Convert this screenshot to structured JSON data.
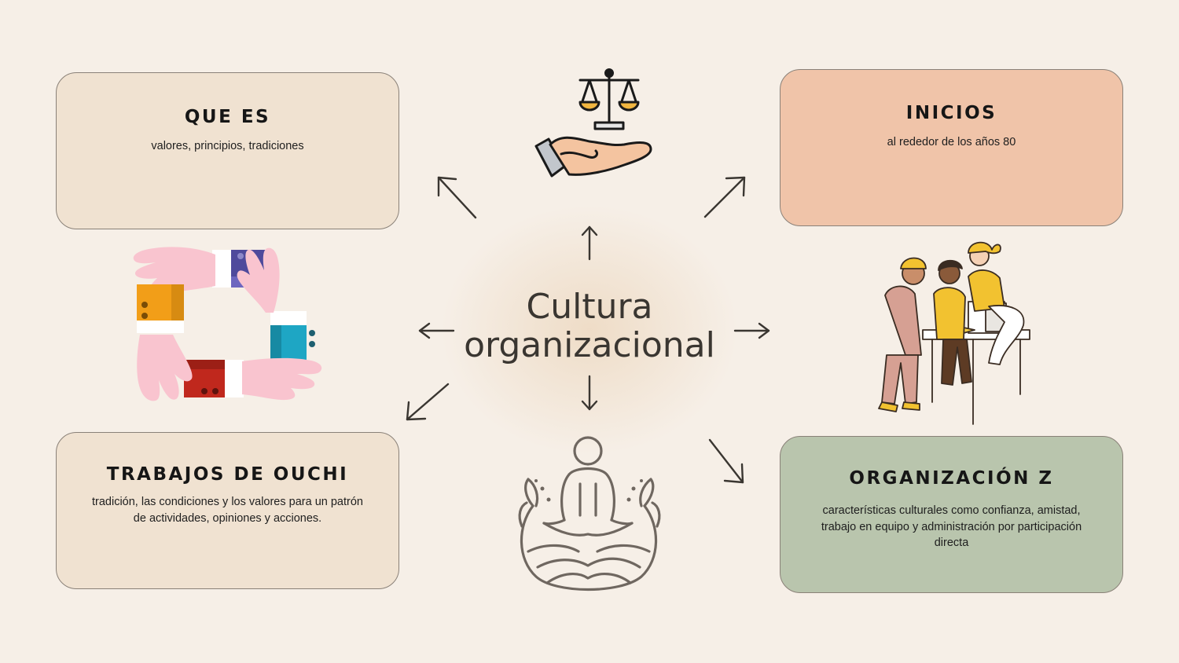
{
  "center": {
    "line1": "Cultura",
    "line2": "organizacional"
  },
  "cards": {
    "que_es": {
      "title": "QUE ES",
      "text": "valores, principios, tradiciones"
    },
    "inicios": {
      "title": "INICIOS",
      "text": "al rededor de los años 80"
    },
    "ouchi": {
      "title": "TRABAJOS DE OUCHI",
      "text": "tradición, las condiciones y los valores para un patrón de actividades, opiniones y acciones."
    },
    "orgz": {
      "title": "ORGANIZACIÓN Z",
      "text": "características culturales como confianza, amistad, trabajo en equipo y administración por participación directa"
    }
  },
  "colors": {
    "background": "#f6efe7",
    "card_beige": "#f0e2d1",
    "card_peach": "#f0c4a9",
    "card_green": "#b9c5ad",
    "outline": "#8a8178"
  },
  "icons": [
    "justice-scale-hand-icon",
    "hands-teamwork-icon",
    "team-at-computer-illustration",
    "meditation-icon"
  ]
}
